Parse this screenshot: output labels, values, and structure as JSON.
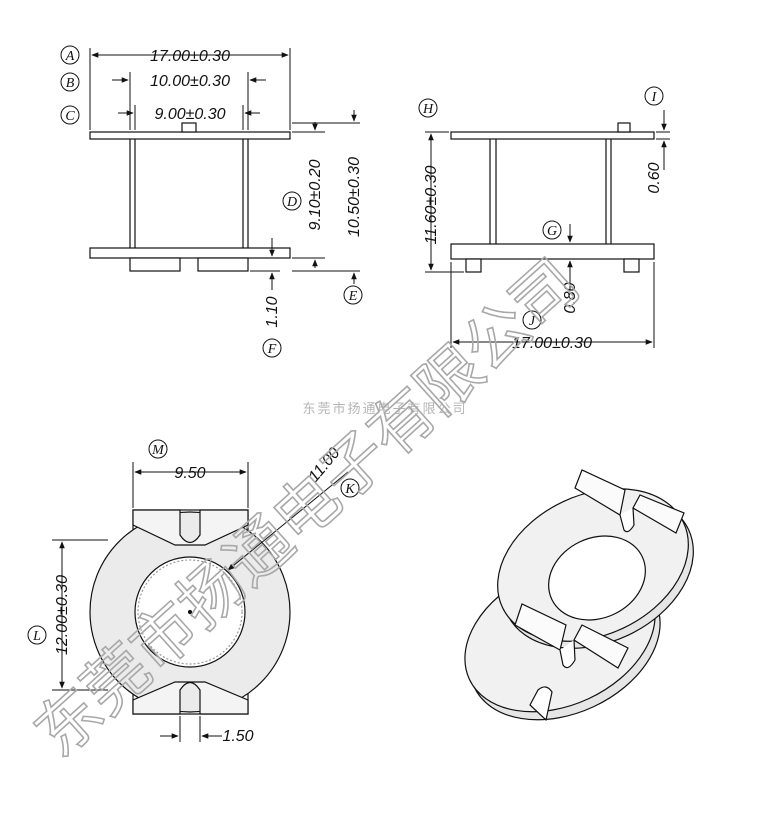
{
  "company_name": "东莞市扬通电子有限公司",
  "watermark": "东莞市扬通电子有限公司",
  "callouts": [
    "A",
    "B",
    "C",
    "D",
    "E",
    "F",
    "H",
    "I",
    "G",
    "J",
    "M",
    "K",
    "L"
  ],
  "dimensions": {
    "A": "17.00±0.30",
    "B": "10.00±0.30",
    "C": "9.00±0.30",
    "D": "9.10±0.20",
    "E": "10.50±0.30",
    "F": "1.10",
    "H": "11.60±0.30",
    "I": "0.60",
    "G": "0.80",
    "J": "17.00±0.30",
    "M": "9.50",
    "K": "11.00",
    "L": "12.00±0.30",
    "N": "1.50"
  },
  "colors": {
    "line": "#111111",
    "face": "#e8e8e8",
    "watermark": "#a8a8a8",
    "company": "#b5b5b5"
  }
}
